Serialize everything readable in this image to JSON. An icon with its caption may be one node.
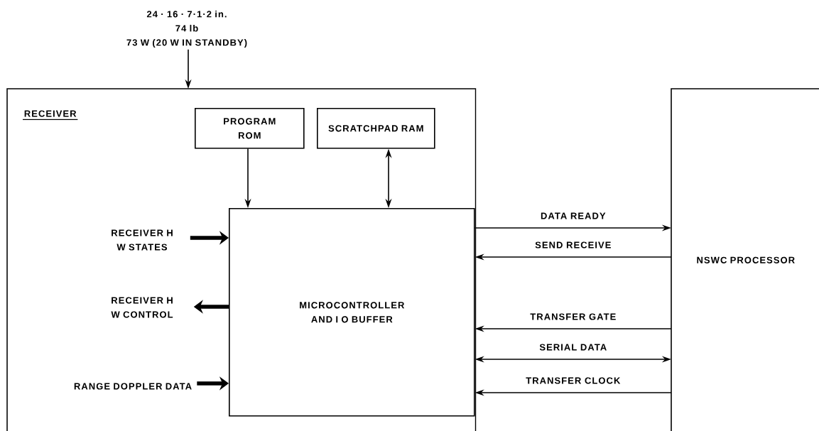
{
  "diagram": {
    "nodes": [
      {
        "text": [
          "24 · 16 · 7·1·2 in.",
          "74 lb",
          "73 W (20 W IN STANDBY)"
        ]
      },
      {
        "text": [
          "RECEIVER"
        ]
      },
      {
        "text": [
          "PROGRAM ROM"
        ],
        "in": 1
      },
      {
        "text": [
          "SCRATCHPAD RAM"
        ],
        "in": 1
      },
      {
        "text": [
          "MICROCONTROLLER AND I O BUFFER"
        ],
        "in": 1
      },
      {
        "text": [
          "RECEIVER H W STATES"
        ],
        "in": 1
      },
      {
        "text": [
          "RECEIVER H W CONTROL"
        ],
        "in": 1
      },
      {
        "text": [
          "RANGE DOPPLER DATA"
        ],
        "in": 1
      },
      {
        "text": [
          "NSWC PROCESSOR"
        ]
      }
    ],
    "edges": [
      {
        "from": 0,
        "to": 1,
        "arrow": "to"
      },
      {
        "from": 2,
        "to": 4,
        "arrow": "to"
      },
      {
        "from": 3,
        "to": 4,
        "arrow": "both"
      },
      {
        "from": 5,
        "to": 4,
        "arrow": "to",
        "style": "thick"
      },
      {
        "from": 4,
        "to": 6,
        "arrow": "to",
        "style": "thick"
      },
      {
        "from": 7,
        "to": 4,
        "arrow": "to",
        "style": "thick"
      },
      {
        "from": 4,
        "to": 8,
        "arrow": "to",
        "label": "DATA READY"
      },
      {
        "from": 8,
        "to": 4,
        "arrow": "to",
        "label": "SEND RECEIVE"
      },
      {
        "from": 8,
        "to": 4,
        "arrow": "to",
        "label": "TRANSFER GATE"
      },
      {
        "from": 4,
        "to": 8,
        "arrow": "both",
        "label": "SERIAL DATA"
      },
      {
        "from": 8,
        "to": 4,
        "arrow": "to",
        "label": "TRANSFER CLOCK"
      }
    ]
  }
}
